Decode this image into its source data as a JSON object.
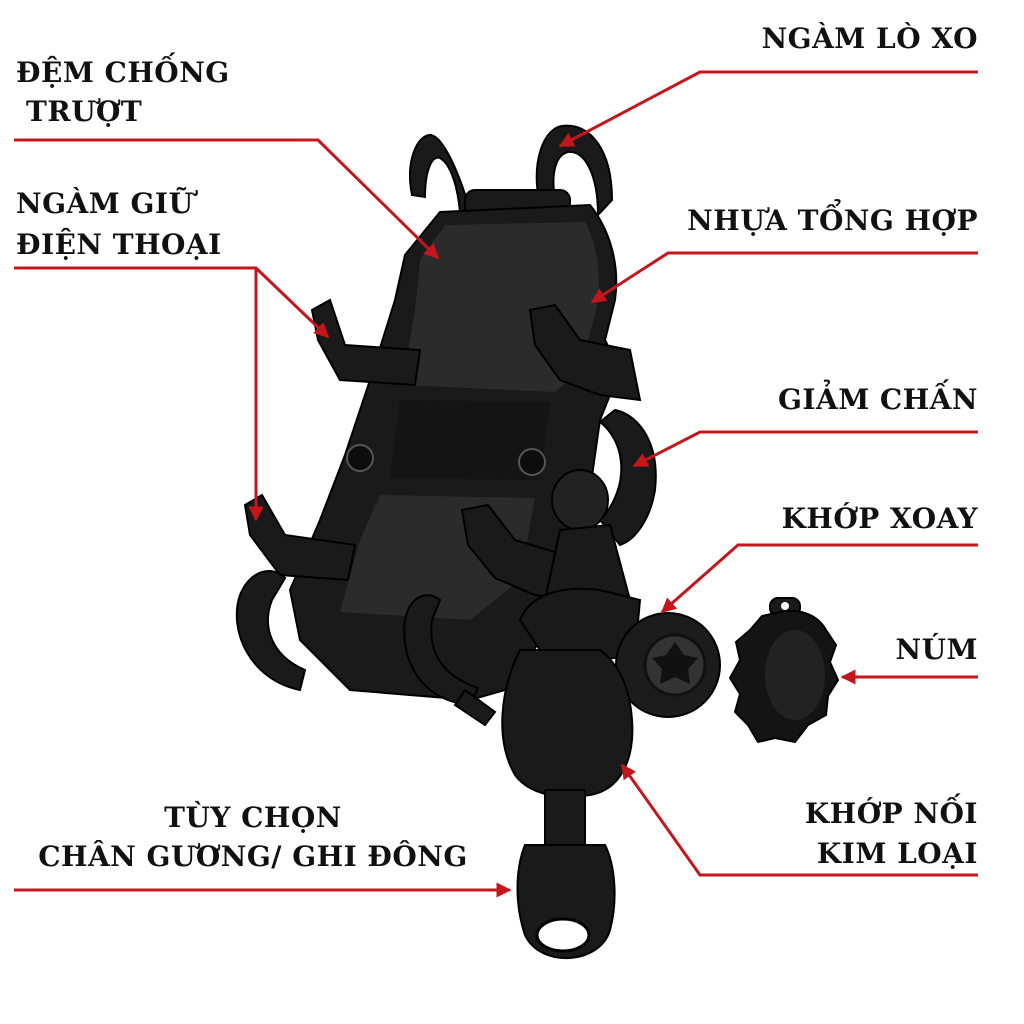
{
  "labels": {
    "ngam_lo_xo": "NGÀM LÒ XO",
    "dem_chong_truot_1": "ĐỆM CHỐNG",
    "dem_chong_truot_2": "TRƯỢT",
    "ngam_giu_1": "NGÀM GIỮ",
    "ngam_giu_2": "ĐIỆN THOẠI",
    "nhua_tong_hop": "NHỰA TỔNG HỢP",
    "giam_chan": "GIẢM CHẤN",
    "khop_xoay": "KHỚP XOAY",
    "num": "NÚM",
    "tuy_chon_1": "TÙY CHỌN",
    "tuy_chon_2": "CHÂN GƯƠNG/ GHI ĐÔNG",
    "khop_noi_1": "KHỚP NỐI",
    "khop_noi_2": "KIM LOẠI"
  },
  "colors": {
    "leader_line": "#c4161c",
    "text": "#111111",
    "product": "#1a1a1a"
  },
  "icons": {
    "product": "phone-holder-mount-illustration",
    "knob": "star-knob-illustration"
  }
}
